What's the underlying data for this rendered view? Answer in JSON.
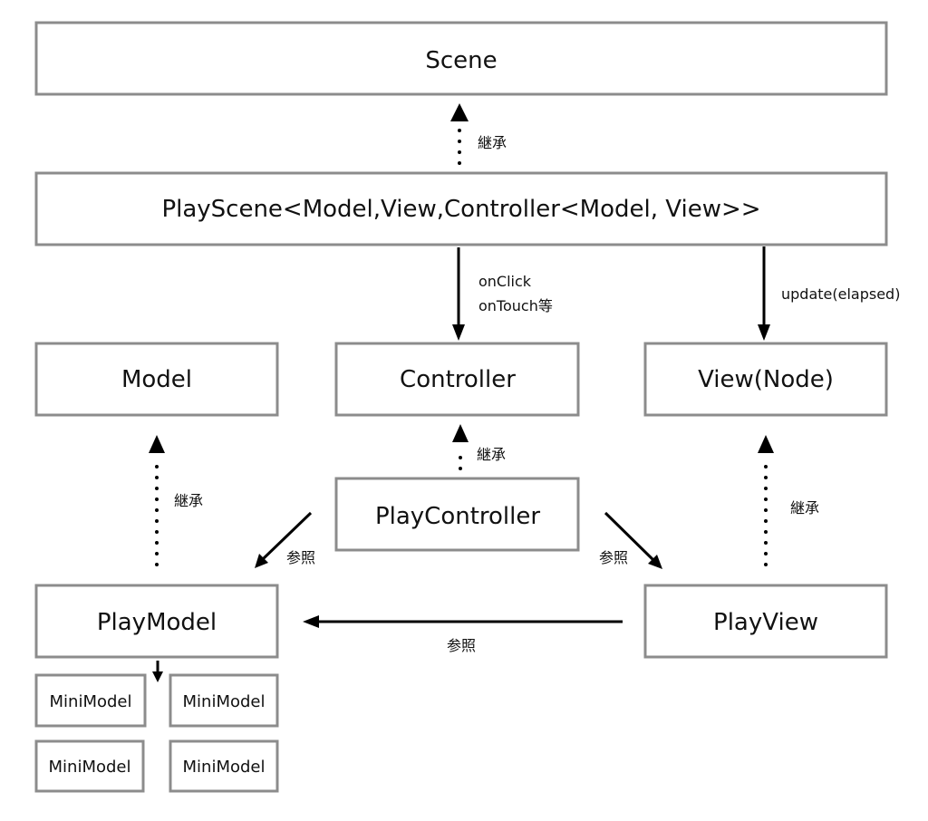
{
  "nodes": {
    "scene": "Scene",
    "play_scene": "PlayScene<Model,View,Controller<Model, View>>",
    "model": "Model",
    "controller": "Controller",
    "view_node": "View(Node)",
    "play_controller": "PlayController",
    "play_model": "PlayModel",
    "play_view": "PlayView",
    "mini_models": [
      "MiniModel",
      "MiniModel",
      "MiniModel",
      "MiniModel"
    ]
  },
  "edges": {
    "inherit_scene": "継承",
    "on_click": "onClick",
    "on_touch": "onTouch等",
    "update": "update(elapsed)",
    "inherit_controller": "継承",
    "inherit_model": "継承",
    "inherit_view": "継承",
    "ref_model": "参照",
    "ref_view": "参照",
    "ref_view_model": "参照"
  }
}
